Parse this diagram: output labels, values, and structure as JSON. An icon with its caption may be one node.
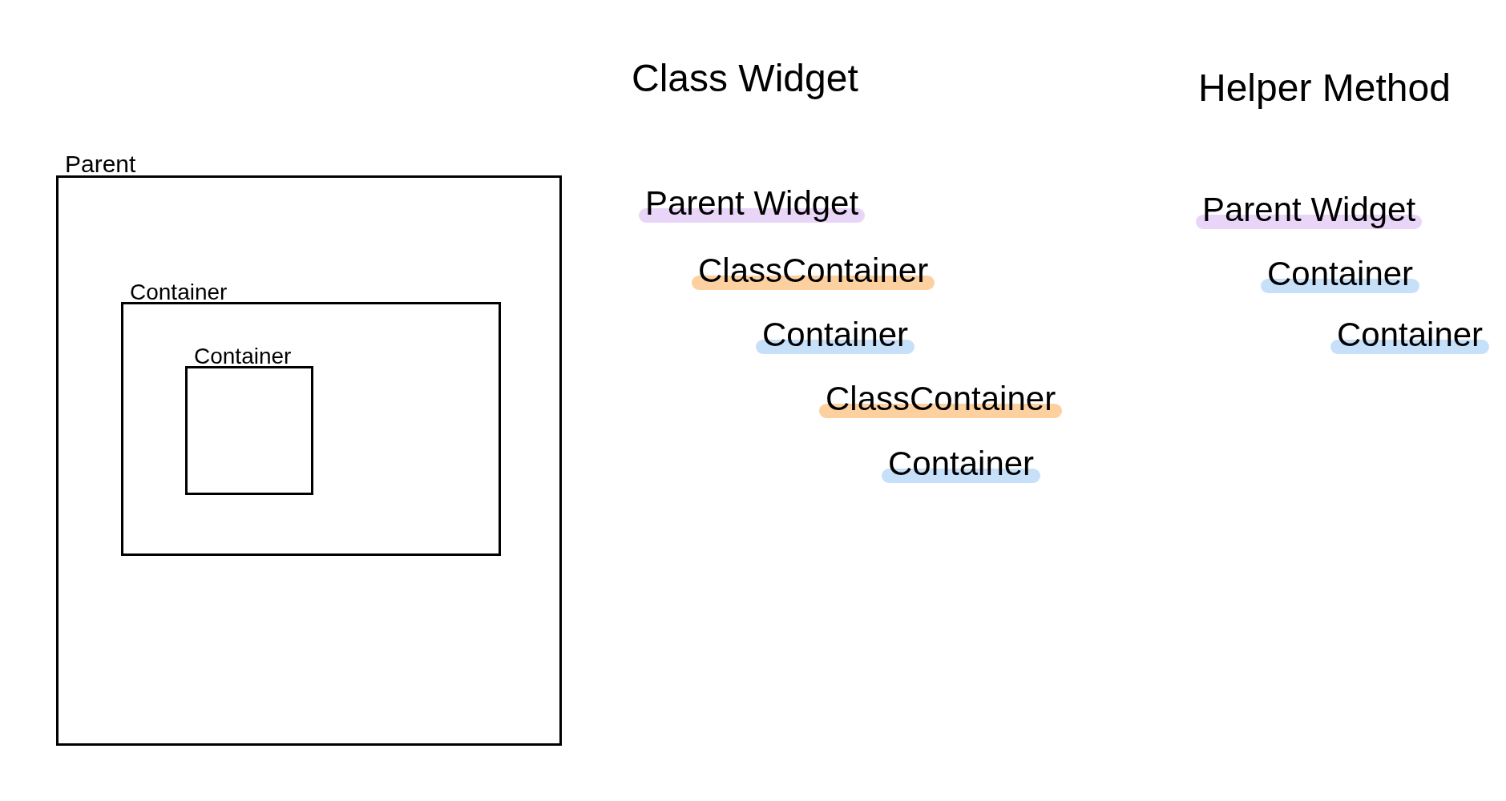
{
  "diagram": {
    "nodes": [
      {
        "text": [
          "Parent"
        ]
      },
      {
        "text": [
          "Container"
        ],
        "in": 0
      },
      {
        "text": [
          "Container"
        ],
        "in": 1
      },
      {
        "text": [
          "Parent Widget"
        ]
      },
      {
        "text": [
          "ClassContainer"
        ]
      },
      {
        "text": [
          "Container"
        ]
      },
      {
        "text": [
          "ClassContainer"
        ]
      },
      {
        "text": [
          "Container"
        ]
      },
      {
        "text": [
          "Parent Widget"
        ]
      },
      {
        "text": [
          "Container"
        ]
      },
      {
        "text": [
          "Container"
        ]
      }
    ],
    "labels": [
      "Class Widget",
      "Helper Method"
    ]
  }
}
